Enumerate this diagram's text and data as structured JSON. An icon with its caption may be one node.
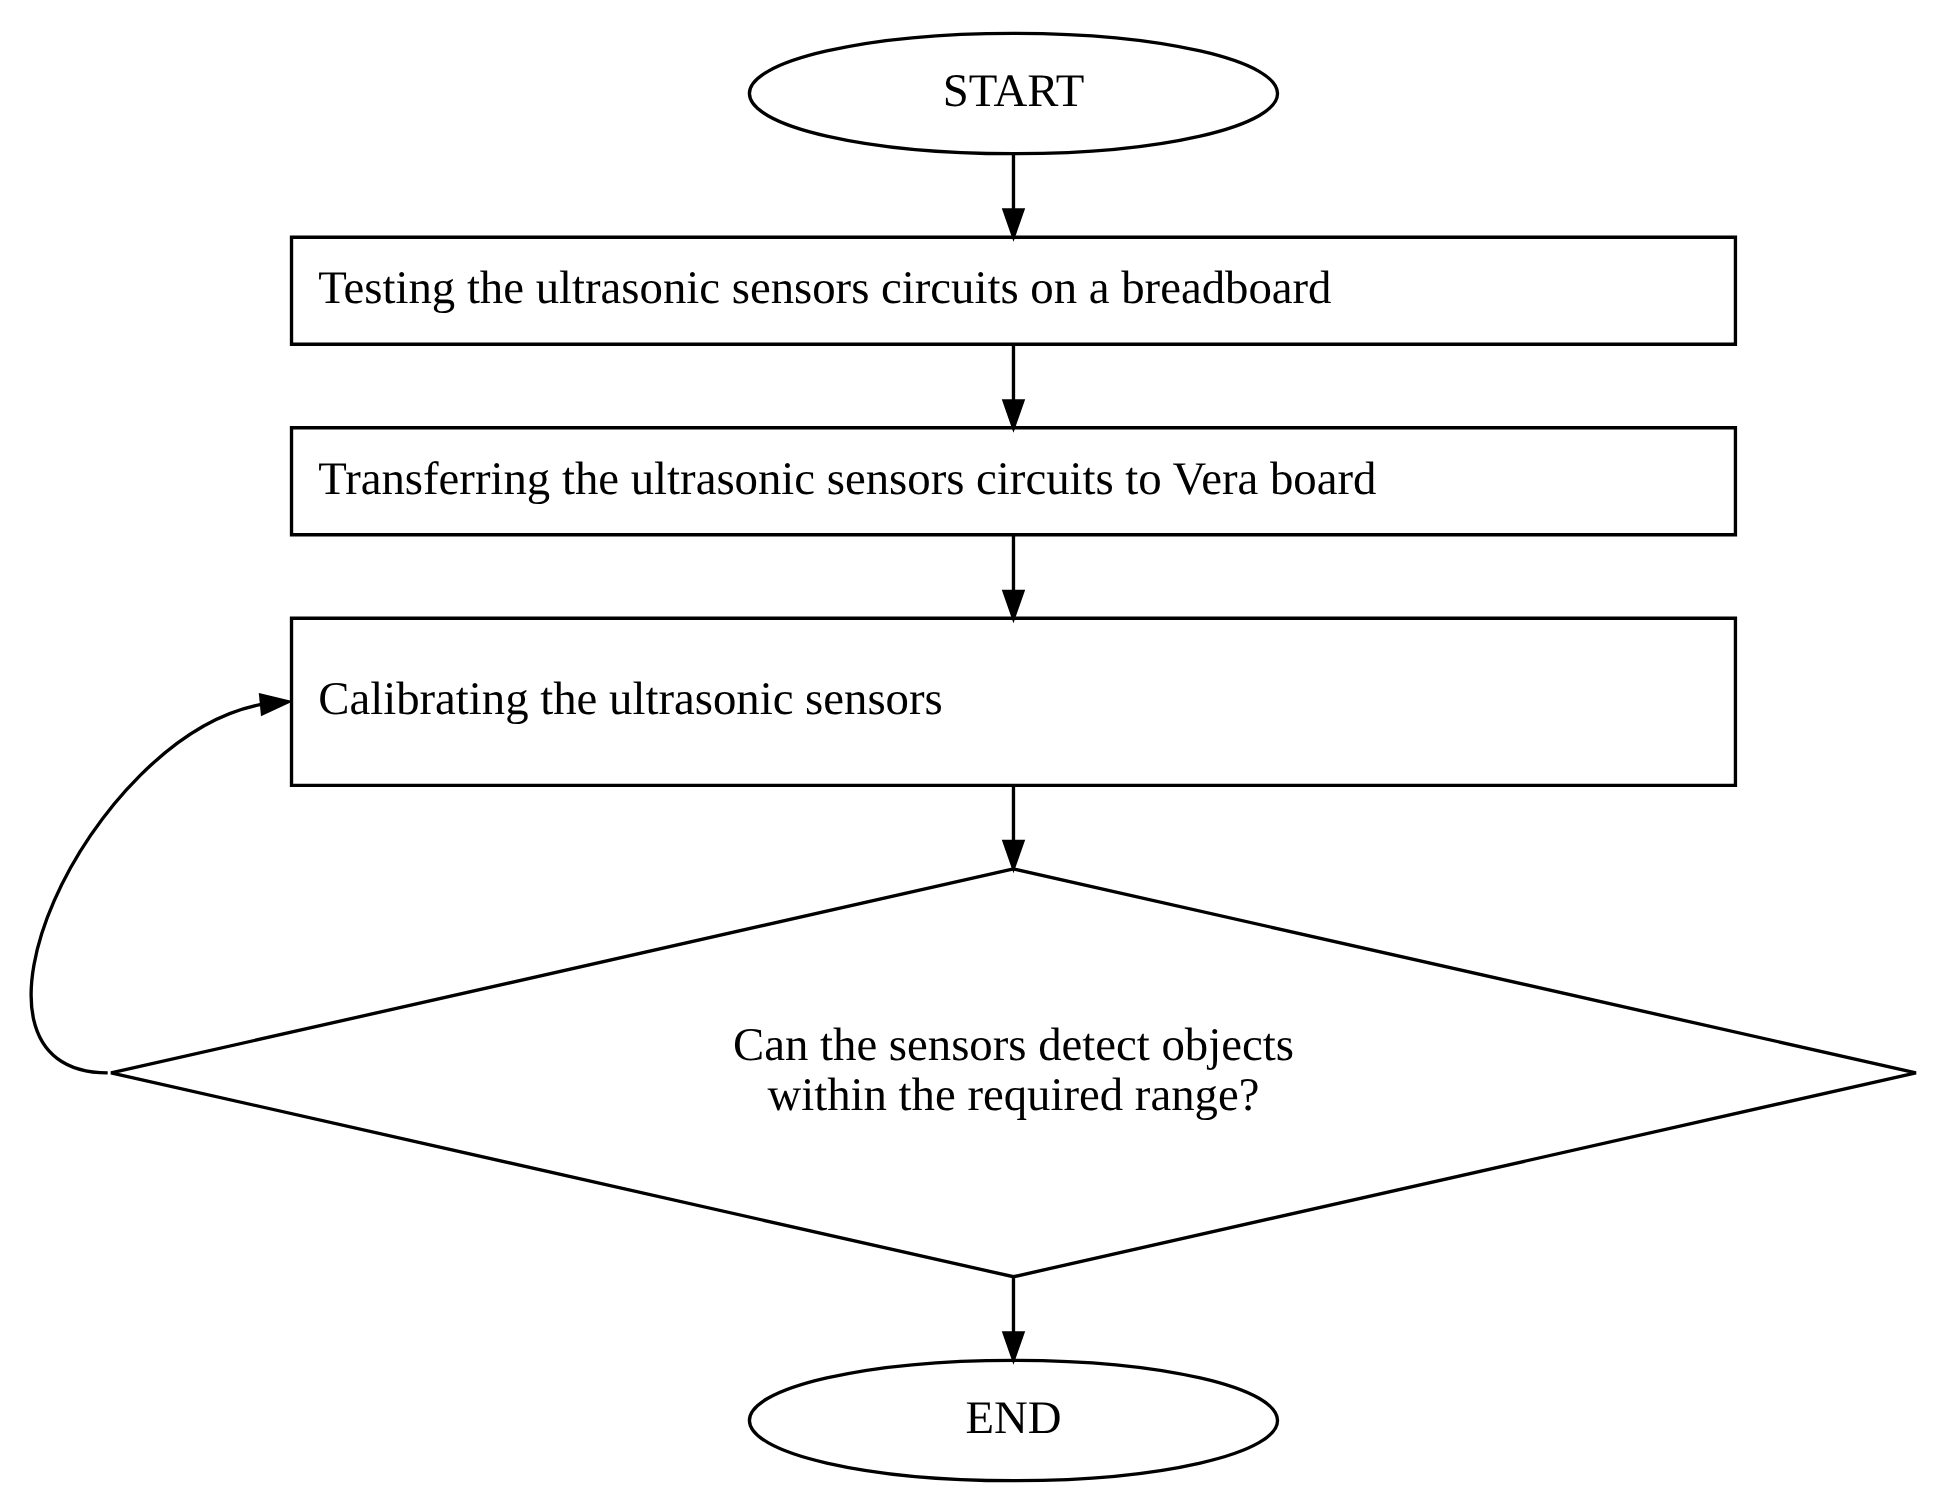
{
  "diagram": {
    "nodes": [
      {
        "text": [
          "START"
        ]
      },
      {
        "text": [
          "Testing the ultrasonic sensors circuits on a breadboard"
        ]
      },
      {
        "text": [
          "Transferring the ultrasonic sensors circuits to Vera board"
        ]
      },
      {
        "text": [
          "Calibrating the ultrasonic sensors"
        ]
      },
      {
        "text": [
          "Can the sensors detect objects within the required range?"
        ]
      },
      {
        "text": [
          "END"
        ]
      }
    ],
    "edges": [
      {
        "from": 0,
        "to": 1,
        "arrow": "to"
      },
      {
        "from": 1,
        "to": 2,
        "arrow": "to"
      },
      {
        "from": 2,
        "to": 3,
        "arrow": "to"
      },
      {
        "from": 3,
        "to": 4,
        "arrow": "to"
      },
      {
        "from": 4,
        "to": 3,
        "arrow": "to"
      },
      {
        "from": 4,
        "to": 5,
        "arrow": "to"
      }
    ]
  }
}
